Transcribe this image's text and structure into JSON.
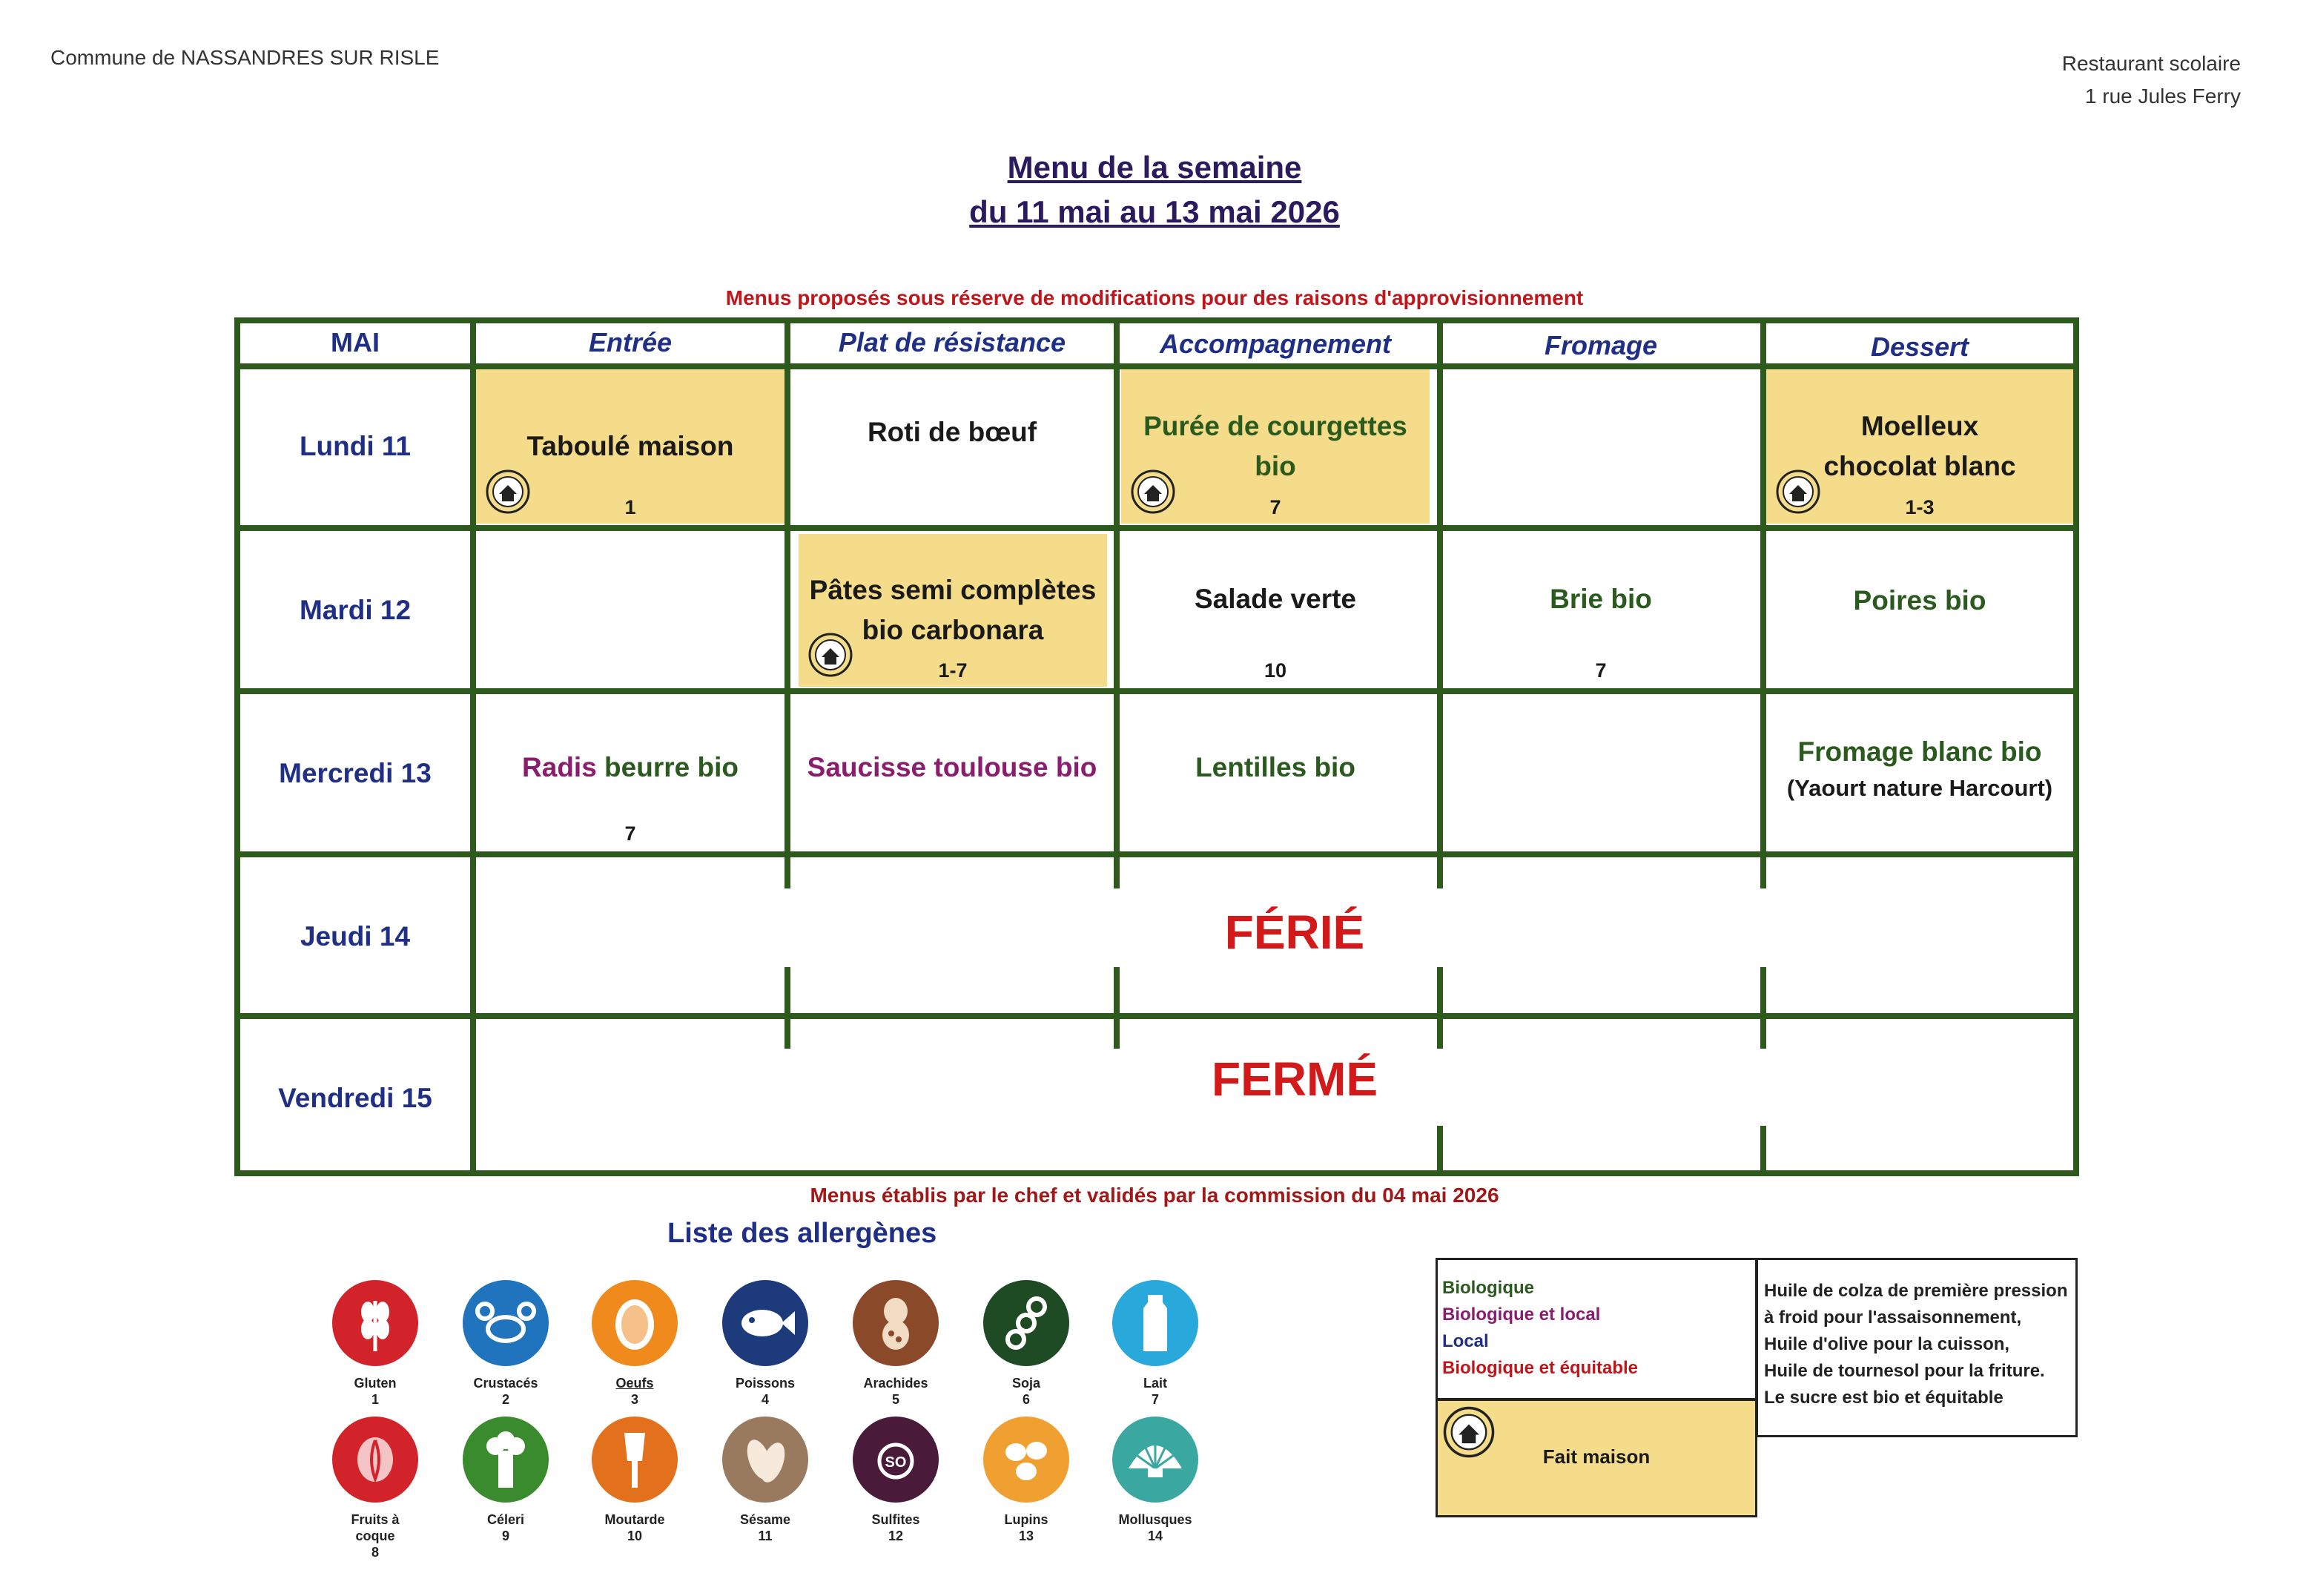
{
  "header": {
    "left": "Commune de NASSANDRES SUR RISLE",
    "right_line1": "Restaurant scolaire",
    "right_line2": "1 rue Jules Ferry"
  },
  "title": {
    "line1": "Menu de la semaine",
    "line2": "du 11 mai au 13 mai 2026"
  },
  "notice": "Menus proposés sous réserve de modifications pour des raisons d'approvisionnement",
  "table": {
    "columns": [
      "MAI",
      "Entrée",
      "Plat de résistance",
      "Accompagnement",
      "Fromage",
      "Dessert"
    ],
    "days": [
      "Lundi 11",
      "Mardi 12",
      "Mercredi 13",
      "Jeudi 14",
      "Vendredi 15"
    ],
    "lundi": {
      "entree": "Taboulé maison",
      "entree_allergen": "1",
      "plat": "Roti de bœuf",
      "accomp_l1": "Purée de courgettes",
      "accomp_l2": "bio",
      "accomp_allergen": "7",
      "dessert_l1": "Moelleux",
      "dessert_l2": "chocolat blanc",
      "dessert_allergen": "1-3"
    },
    "mardi": {
      "plat_l1": "Pâtes semi complètes",
      "plat_l2": "bio carbonara",
      "plat_allergen": "1-7",
      "accomp": "Salade verte",
      "accomp_allergen": "10",
      "fromage": "Brie bio",
      "fromage_allergen": "7",
      "dessert": "Poires bio"
    },
    "mercredi": {
      "entree_a": "Radis",
      "entree_b": " beurre bio",
      "entree_allergen": "7",
      "plat": "Saucisse toulouse bio",
      "accomp": "Lentilles bio",
      "dessert": "Fromage blanc bio",
      "dessert_sub": "(Yaourt nature Harcourt)"
    },
    "jeudi": "FÉRIÉ",
    "vendredi": "FERMÉ"
  },
  "validated": "Menus établis par le chef et validés par la commission du 04 mai 2026",
  "allergens_title": "Liste des allergènes",
  "allergens": [
    {
      "name": "Gluten",
      "num": "1",
      "color": "#d3232a",
      "icon": "wheat-icon"
    },
    {
      "name": "Crustacés",
      "num": "2",
      "color": "#1f74bd",
      "icon": "crab-icon"
    },
    {
      "name": "Oeufs",
      "num": "3",
      "color": "#f08a1c",
      "icon": "egg-icon"
    },
    {
      "name": "Poissons",
      "num": "4",
      "color": "#1d3a7a",
      "icon": "fish-icon"
    },
    {
      "name": "Arachides",
      "num": "5",
      "color": "#8a4a2a",
      "icon": "peanut-icon"
    },
    {
      "name": "Soja",
      "num": "6",
      "color": "#1e4a24",
      "icon": "soy-icon"
    },
    {
      "name": "Lait",
      "num": "7",
      "color": "#29a8dc",
      "icon": "milk-icon"
    },
    {
      "name": "Fruits à coque",
      "num": "8",
      "color": "#d3232a",
      "icon": "nut-icon"
    },
    {
      "name": "Céleri",
      "num": "9",
      "color": "#3a8a2e",
      "icon": "celery-icon"
    },
    {
      "name": "Moutarde",
      "num": "10",
      "color": "#e2701c",
      "icon": "mustard-icon"
    },
    {
      "name": "Sésame",
      "num": "11",
      "color": "#9a7a5e",
      "icon": "sesame-icon"
    },
    {
      "name": "Sulfites",
      "num": "12",
      "color": "#4a1a3a",
      "icon": "sulfite-icon"
    },
    {
      "name": "Lupins",
      "num": "13",
      "color": "#f0a030",
      "icon": "lupin-icon"
    },
    {
      "name": "Mollusques",
      "num": "14",
      "color": "#3aa8a0",
      "icon": "shell-icon"
    }
  ],
  "legend": {
    "bio": "Biologique",
    "bio_local": "Biologique et local",
    "local": "Local",
    "bio_equitable": "Biologique et équitable",
    "fait_maison": "Fait maison",
    "oils": [
      "Huile de colza de première pression",
      "à froid pour l'assaisonnement,",
      "Huile d'olive pour la cuisson,",
      "Huile de tournesol pour la friture.",
      "Le sucre est bio et équitable"
    ]
  },
  "colors": {
    "heading_blue": "#1f2f86",
    "bio_green": "#2b5a1e",
    "bio_local_purple": "#8a1d6e",
    "local_blue": "#1f2f86",
    "equitable_red": "#c0161b",
    "fait_maison_yellow": "#f4dc8a",
    "grid_green": "#2f5a1e"
  }
}
